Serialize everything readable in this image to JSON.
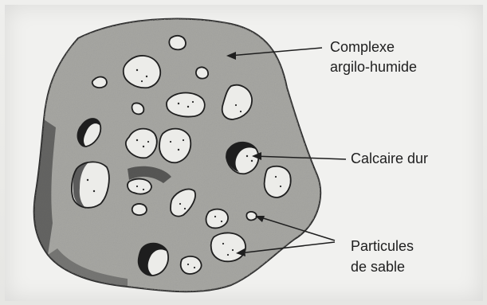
{
  "labels": {
    "complexe_line1": "Complexe",
    "complexe_line2": "argilo-humide",
    "calcaire": "Calcaire dur",
    "particules_line1": "Particules",
    "particules_line2": "de sable"
  },
  "colors": {
    "paper": "#f1f1ef",
    "ink": "#1e1e1e",
    "matrix": "#9a9a96",
    "grain_fill": "#ecece9"
  }
}
